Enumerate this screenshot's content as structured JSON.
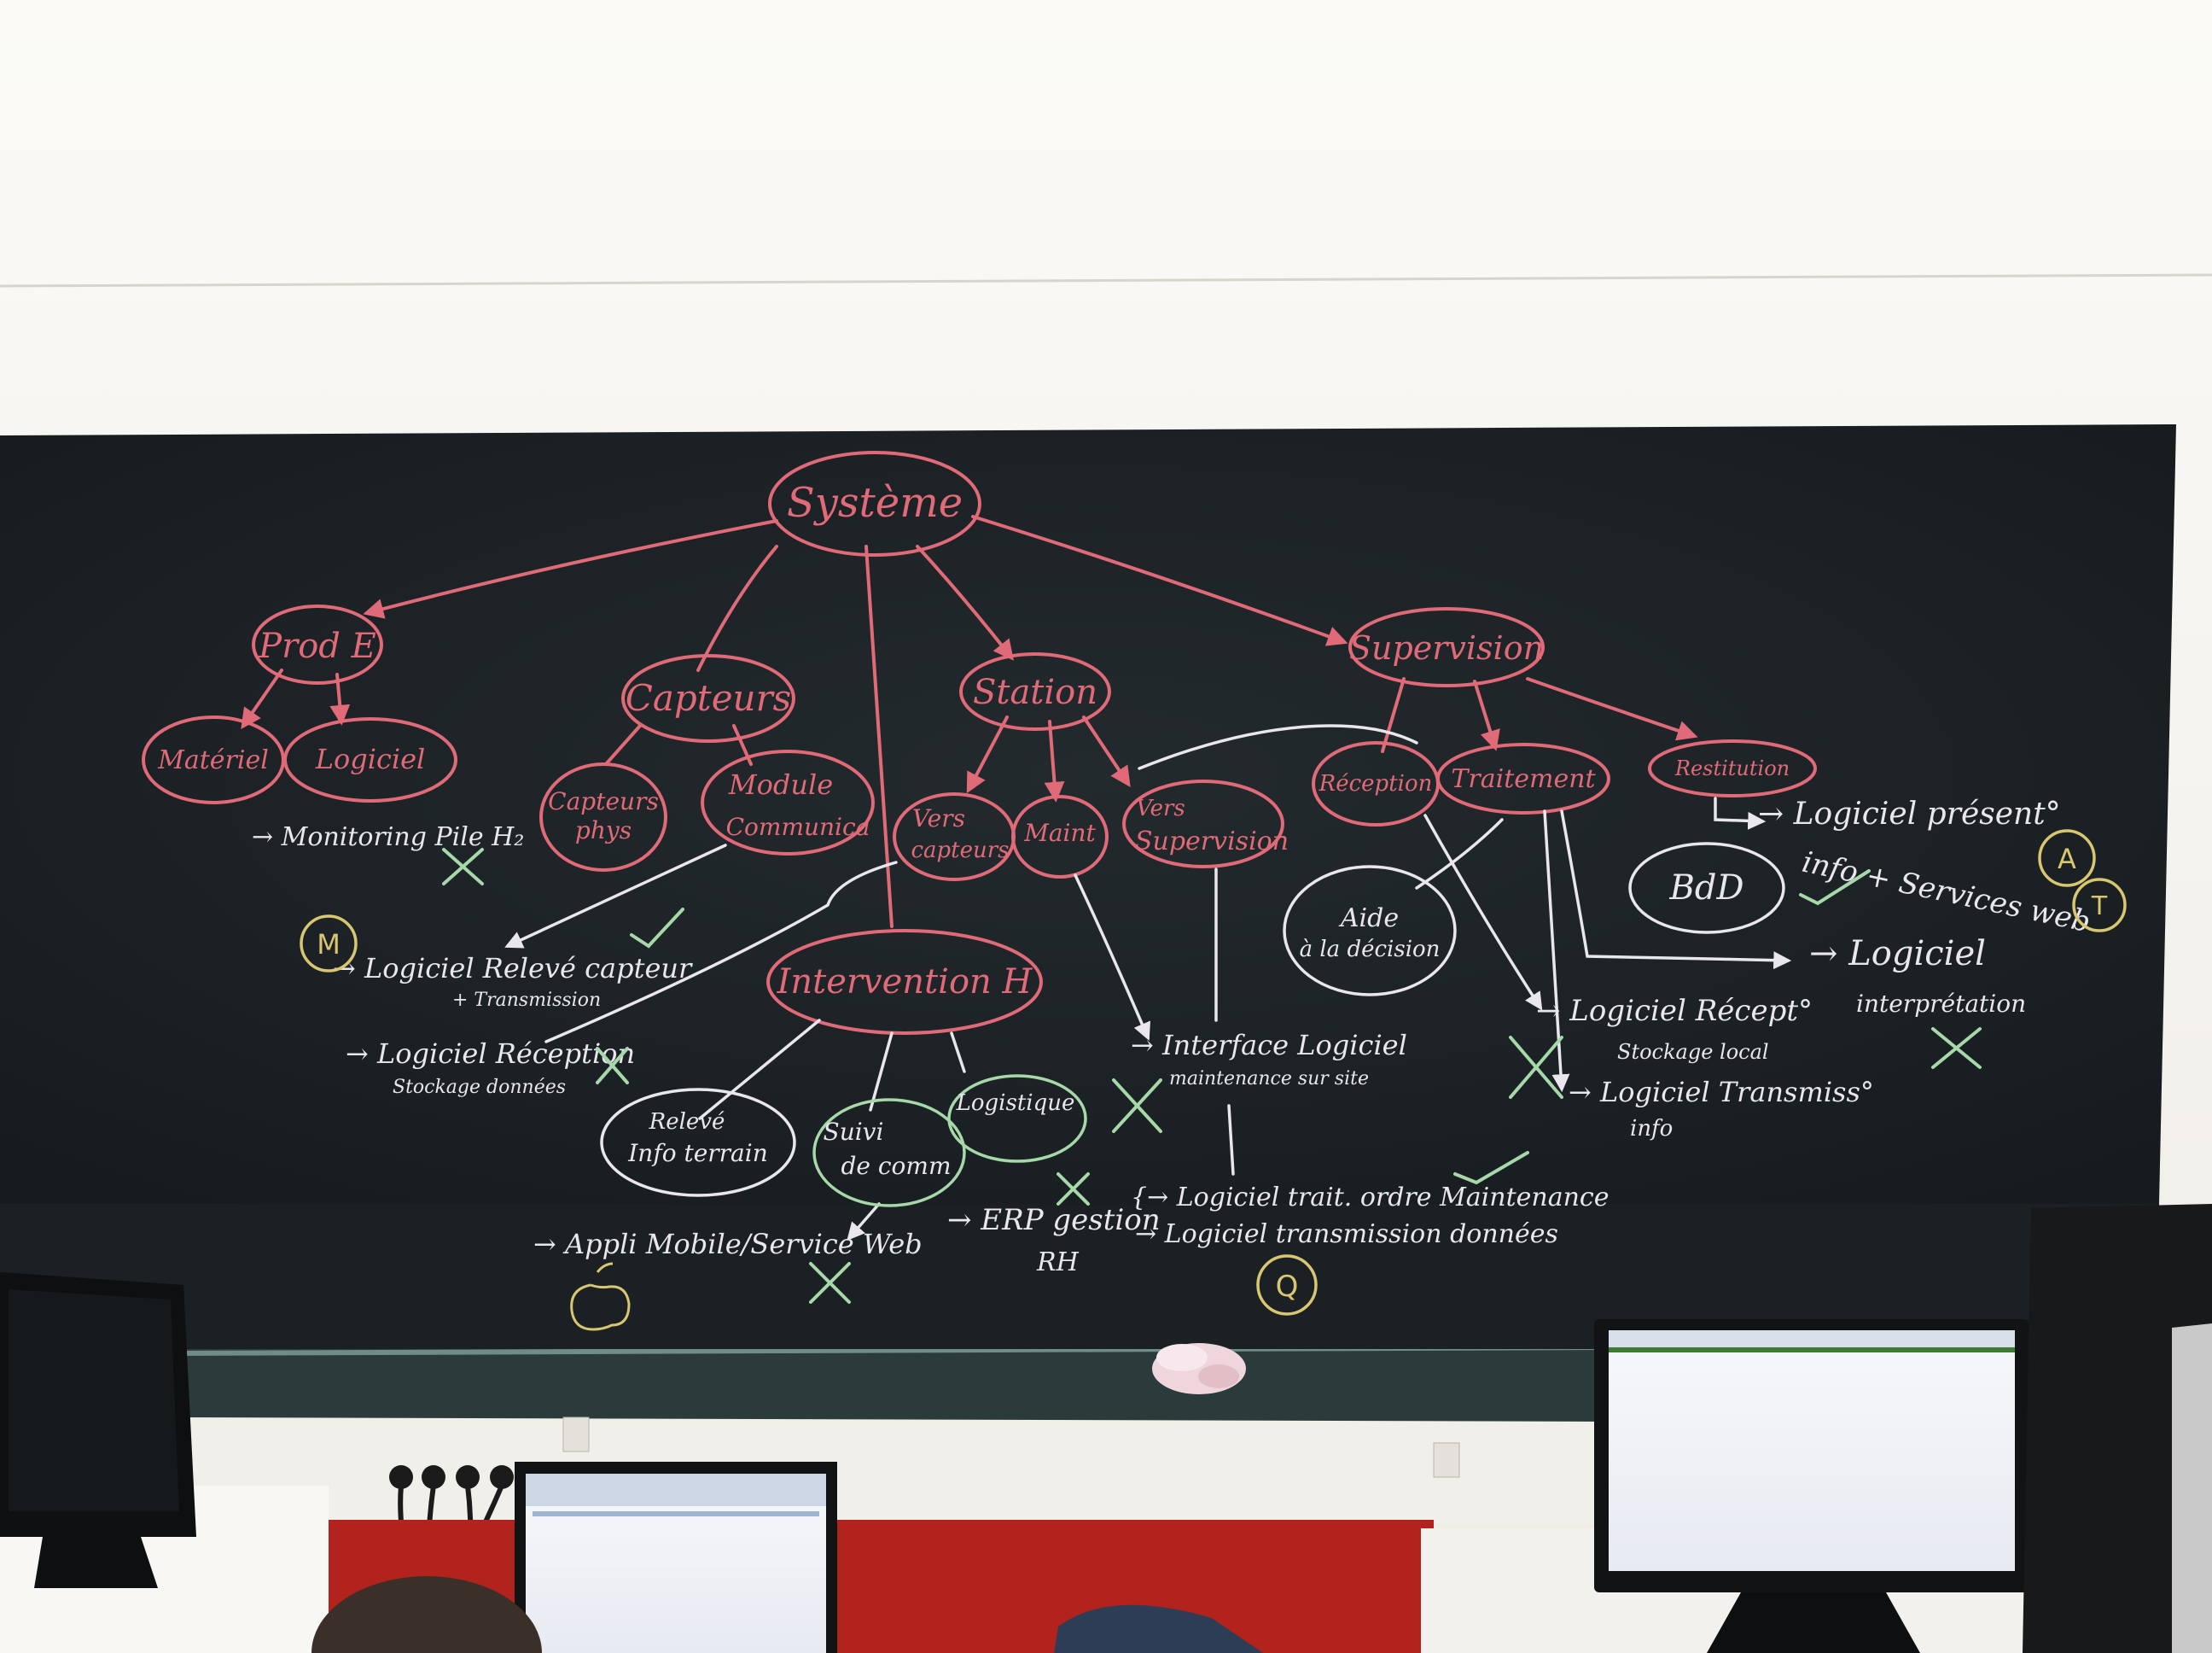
{
  "board": {
    "nodes": {
      "root": "Système",
      "prod_e": "Prod E",
      "materiel": "Matériel",
      "logiciel": "Logiciel",
      "capteurs": "Capteurs",
      "capteurs_phys": [
        "Capteurs",
        "phys"
      ],
      "module_comm": [
        "Module",
        "Communica"
      ],
      "station": "Station",
      "vers_capteurs": [
        "Vers",
        "capteurs"
      ],
      "maint": "Maint",
      "vers_supervision": [
        "Vers",
        "Supervision"
      ],
      "supervision": "Supervision",
      "reception": "Réception",
      "traitement": "Traitement",
      "restitution": "Restitution",
      "aide_decision": [
        "Aide",
        "à la décision"
      ],
      "bdd": "BdD",
      "intervention": "Intervention H",
      "releve_info": [
        "Relevé",
        "Info terrain"
      ],
      "suivi_comm": [
        "Suivi",
        "de comm"
      ],
      "logistique": "Logistique"
    },
    "notes": {
      "monitoring": "→ Monitoring Pile H₂",
      "logiciel_releve": [
        "→ Logiciel Relevé capteur",
        "+ Transmission"
      ],
      "logiciel_reception": [
        "→ Logiciel Réception",
        "Stockage données"
      ],
      "interface": [
        "→ Interface Logiciel",
        "maintenance sur site"
      ],
      "logiciel_traitement": "{→ Logiciel trait. ordre Maintenance",
      "logiciel_transmission": "→ Logiciel transmission données",
      "appli_mobile": "→ Appli Mobile/Service Web",
      "erp": [
        "→ ERP gestion",
        "RH"
      ],
      "logiciel_reception_stockage": [
        "→ Logiciel Récept°",
        "Stockage local"
      ],
      "logiciel_transmission_info": [
        "→ Logiciel Transmiss°",
        "info"
      ],
      "logiciel_interpretation": [
        "→ Logiciel",
        "interprétation"
      ],
      "logiciel_presentation": [
        "→ Logiciel présent°",
        "info + Services web"
      ]
    },
    "badges": {
      "m": "M",
      "q": "Q",
      "a": "A",
      "t": "T"
    }
  },
  "colors": {
    "board": "#1d2326",
    "red_chalk": "#e06a78",
    "white_chalk": "#e9e6ee",
    "green_chalk": "#a7d8a9",
    "yellow_chalk": "#d8c670",
    "wall": "#f4f2ee",
    "desk_red": "#b3231e"
  }
}
